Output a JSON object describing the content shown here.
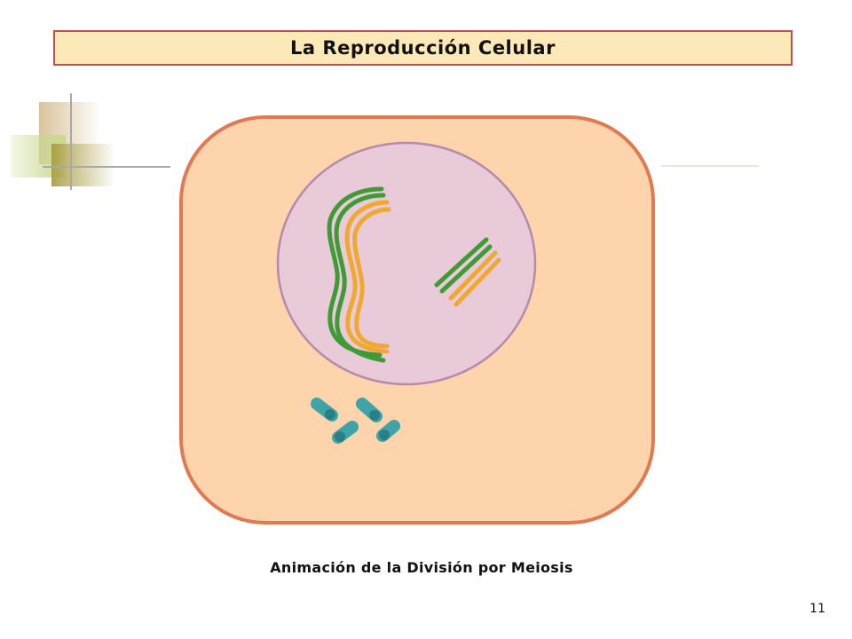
{
  "slide": {
    "title": "La Reproducción Celular",
    "caption": "Animación de la División por Meiosis",
    "page_number": "11"
  },
  "colors": {
    "title_fill": "#fde8b8",
    "title_border": "#c0504d",
    "cytoplasm": "#fdd4ab",
    "membrane": "#e07a52",
    "nucleus": "#e8cad8",
    "nuclear_envelope": "#b58aaa",
    "chromosome_green": "#3f9b35",
    "chromosome_orange": "#f0a830",
    "centrioles": "#3fa3a8"
  }
}
